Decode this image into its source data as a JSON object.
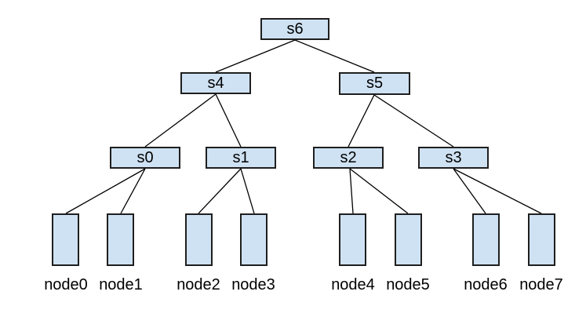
{
  "diagram": {
    "type": "tree-topology",
    "colors": {
      "background": "#ffffff",
      "node_fill": "#cfe2f3",
      "node_border": "#1f1f1f",
      "edge": "#000000",
      "text": "#000000"
    },
    "nodes": {
      "s6": {
        "label": "s6"
      },
      "s4": {
        "label": "s4"
      },
      "s5": {
        "label": "s5"
      },
      "s0": {
        "label": "s0"
      },
      "s1": {
        "label": "s1"
      },
      "s2": {
        "label": "s2"
      },
      "s3": {
        "label": "s3"
      }
    },
    "leaves": {
      "node0": {
        "label": "node0"
      },
      "node1": {
        "label": "node1"
      },
      "node2": {
        "label": "node2"
      },
      "node3": {
        "label": "node3"
      },
      "node4": {
        "label": "node4"
      },
      "node5": {
        "label": "node5"
      },
      "node6": {
        "label": "node6"
      },
      "node7": {
        "label": "node7"
      }
    },
    "edges": [
      {
        "from": "s6",
        "to": "s4"
      },
      {
        "from": "s6",
        "to": "s5"
      },
      {
        "from": "s4",
        "to": "s0"
      },
      {
        "from": "s4",
        "to": "s1"
      },
      {
        "from": "s5",
        "to": "s2"
      },
      {
        "from": "s5",
        "to": "s3"
      },
      {
        "from": "s0",
        "to": "node0"
      },
      {
        "from": "s0",
        "to": "node1"
      },
      {
        "from": "s1",
        "to": "node2"
      },
      {
        "from": "s1",
        "to": "node3"
      },
      {
        "from": "s2",
        "to": "node4"
      },
      {
        "from": "s2",
        "to": "node5"
      },
      {
        "from": "s3",
        "to": "node6"
      },
      {
        "from": "s3",
        "to": "node7"
      }
    ]
  }
}
